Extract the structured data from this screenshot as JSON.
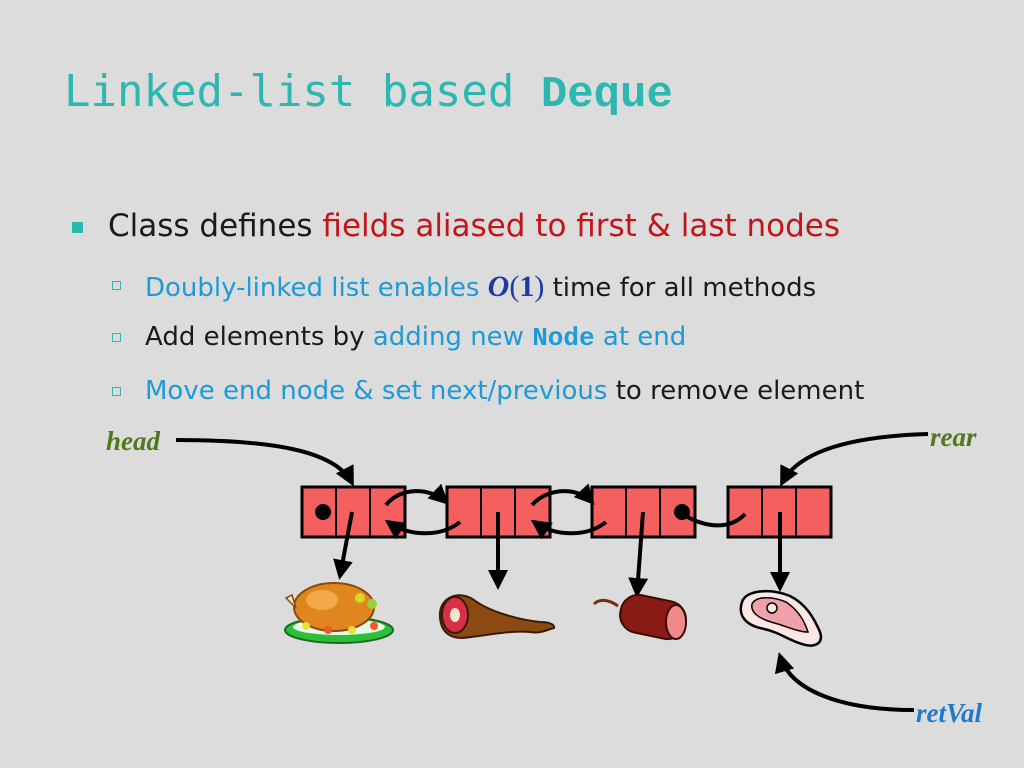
{
  "title": {
    "plain": "Linked-list based ",
    "bold": "Deque"
  },
  "bullet1": {
    "plain": "Class defines ",
    "red": "fields aliased to first & last nodes"
  },
  "sub1": {
    "blue": "Doubly-linked list enables ",
    "o": "O",
    "open": "(",
    "one": "1",
    "close": ")",
    "plain": " time for all methods"
  },
  "sub2": {
    "plain": "Add elements by ",
    "blue1": "adding new ",
    "code": "Node",
    "blue2": " at end"
  },
  "sub3": {
    "blue": "Move end node & set next/previous",
    "plain": " to remove element"
  },
  "labels": {
    "head": "head",
    "rear": "rear",
    "retval": "retVal"
  },
  "colors": {
    "accent": "#2cb8b0",
    "red_text": "#c0161a",
    "blue_text": "#1e9ad6",
    "node_fill": "#f46060",
    "label_green": "#4e7a1a",
    "label_blue": "#1e7ac8"
  },
  "food_icons": [
    "turkey-icon",
    "ham-icon",
    "sausage-icon",
    "steak-icon"
  ]
}
